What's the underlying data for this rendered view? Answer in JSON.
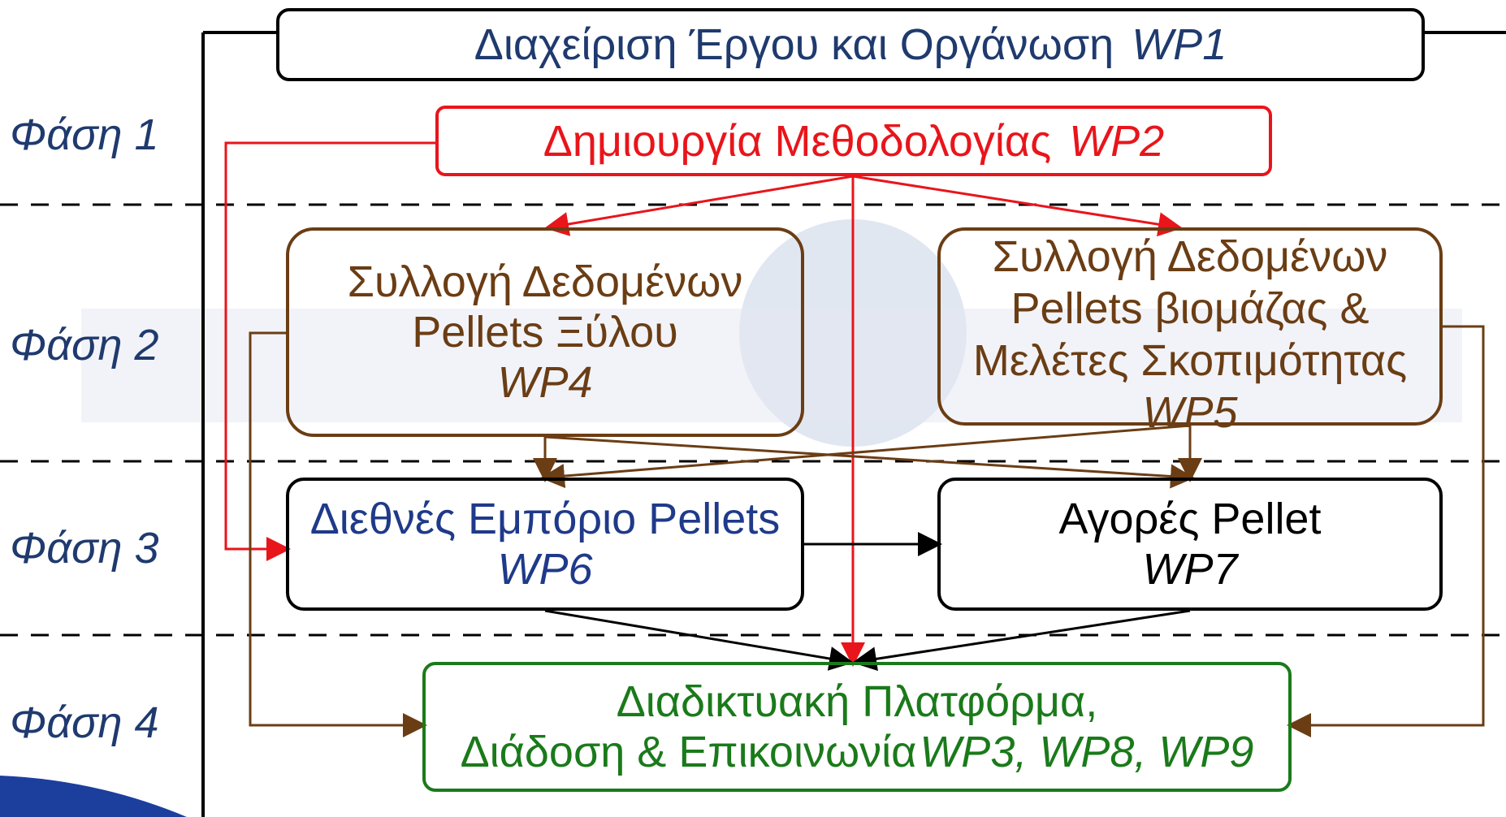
{
  "phases": [
    "Φάση 1",
    "Φάση 2",
    "Φάση 3",
    "Φάση 4"
  ],
  "wp1": {
    "label": "Διαχείριση Έργου και Οργάνωση",
    "code": "WP1"
  },
  "wp2": {
    "label": "Δημιουργία Μεθοδολογίας",
    "code": "WP2"
  },
  "wp4": {
    "line1": "Συλλογή Δεδομένων",
    "line2": "Pellets Ξύλου",
    "code": "WP4"
  },
  "wp5": {
    "line1": "Συλλογή Δεδομένων",
    "line2": "Pellets βιομάζας &",
    "line3": "Μελέτες Σκοπιμότητας",
    "code": "WP5"
  },
  "wp6": {
    "label": "Διεθνές Εμπόριο Pellets",
    "code": "WP6"
  },
  "wp7": {
    "label": "Αγορές Pellet",
    "code": "WP7"
  },
  "wp3": {
    "line1": "Διαδικτυακή Πλατφόρμα,",
    "line2": "Διάδοση & Επικοινωνία",
    "code": "WP3, WP8, WP9"
  },
  "colors": {
    "red": "#e8151b",
    "brown": "#6b3d14",
    "green": "#1a7a1a",
    "navy": "#1f3a6e",
    "watermark": "#c9d3e6"
  }
}
